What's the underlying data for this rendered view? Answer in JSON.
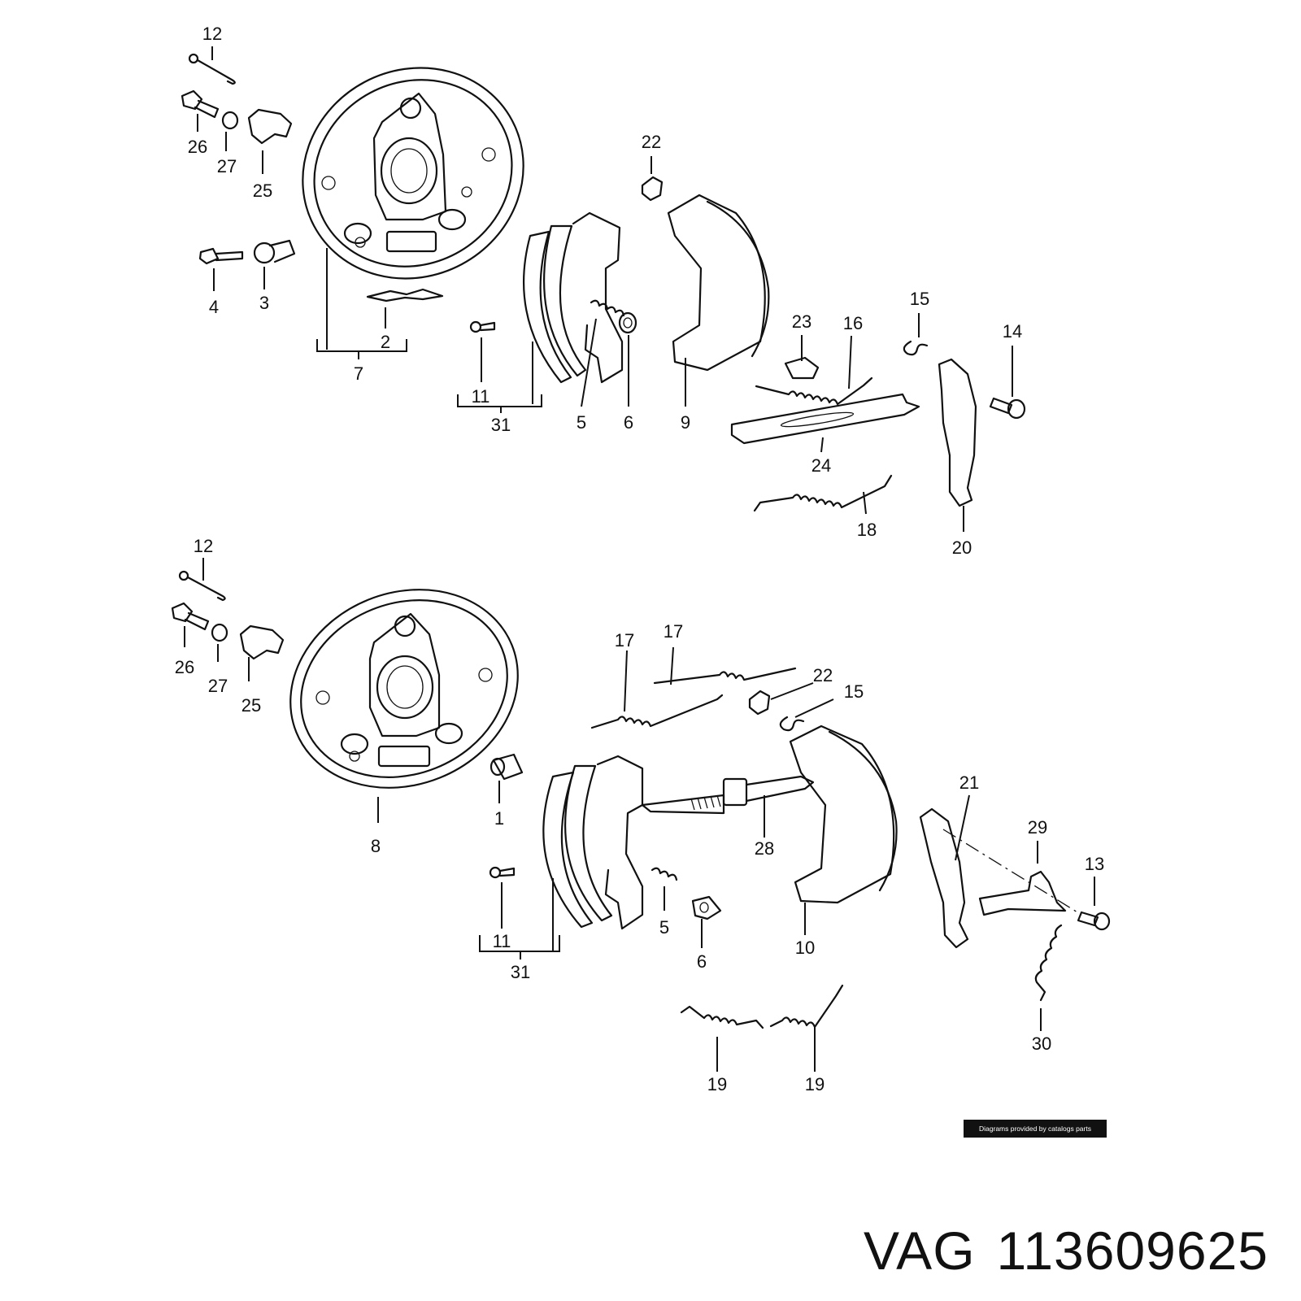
{
  "diagram": {
    "upper_callouts": [
      "12",
      "26",
      "27",
      "25",
      "4",
      "3",
      "2",
      "7",
      "22",
      "11",
      "31",
      "5",
      "6",
      "9",
      "23",
      "16",
      "15",
      "14",
      "24",
      "18",
      "20"
    ],
    "lower_callouts": [
      "12",
      "26",
      "27",
      "25",
      "8",
      "1",
      "17",
      "17",
      "22",
      "15",
      "11",
      "31",
      "5",
      "6",
      "28",
      "10",
      "21",
      "29",
      "13",
      "30",
      "19",
      "19"
    ]
  },
  "credit": "Diagrams provided by catalogs parts",
  "caption": {
    "brand": "VAG",
    "part_number": "113609625"
  }
}
